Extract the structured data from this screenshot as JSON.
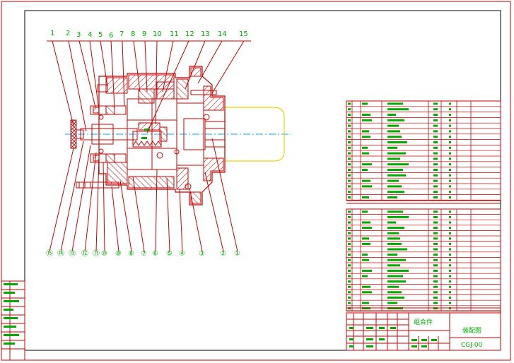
{
  "drawing": {
    "top_part_numbers": [
      "1",
      "2",
      "3",
      "4",
      "5",
      "6",
      "7",
      "8",
      "9",
      "10",
      "11",
      "12",
      "13",
      "14",
      "15"
    ],
    "bottom_part_numbers": [
      "⑮",
      "⑭",
      "⑬",
      "⑫",
      "⑪",
      "⑩",
      "⑨",
      "⑧",
      "⑦",
      "⑥",
      "⑤",
      "④",
      "③",
      "②",
      "①"
    ],
    "title_block": {
      "assembly_label": "组合件",
      "drawing_name": "装配图",
      "drawing_number": "CGJ-00"
    }
  },
  "colors": {
    "frame": "#000000",
    "outline": "#cc0000",
    "leader": "#cc0000",
    "text": "#00aa00",
    "hatch": "#cc0000",
    "centerline": "#00aaff",
    "motor": "#e8d800",
    "handle": "#aa2222"
  }
}
